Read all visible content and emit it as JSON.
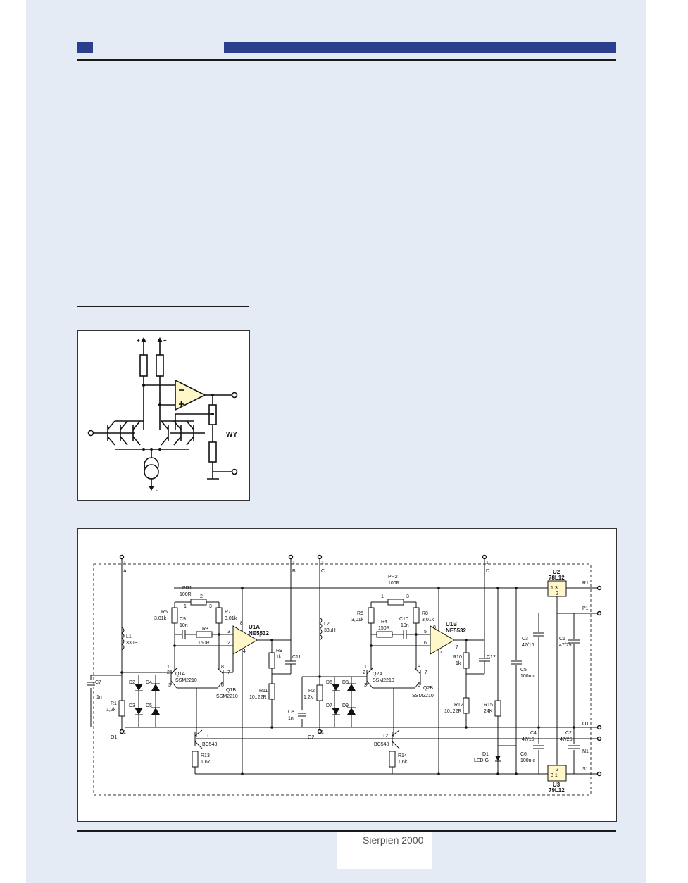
{
  "footer": {
    "date": "Sierpień 2000"
  },
  "small_diagram": {
    "output_label": "WY",
    "plus": "+",
    "minus": "-"
  },
  "schematic": {
    "top_nodes": [
      {
        "num": "1",
        "letter": "A"
      },
      {
        "num": "1",
        "letter": "B"
      },
      {
        "num": "1",
        "letter": "C"
      },
      {
        "num": "1",
        "letter": "D"
      }
    ],
    "ch1": {
      "pr": [
        "PR1",
        "100R"
      ],
      "r5": [
        "R5",
        "3,01k"
      ],
      "r7": [
        "R7",
        "3,01k"
      ],
      "c9": [
        "C9",
        "10n"
      ],
      "r3": [
        "R3",
        "150R"
      ],
      "op": [
        "U1A",
        "NE5532"
      ],
      "r9": [
        "R9",
        "1k"
      ],
      "c11": "C11",
      "r11": [
        "R11",
        "10..22R"
      ],
      "l1": [
        "L1",
        "33uH"
      ],
      "c7": [
        "C7",
        "1n"
      ],
      "r1": [
        "R1",
        "1,2k"
      ],
      "q1a": [
        "Q1A",
        "SSM2210"
      ],
      "q1b": [
        "Q1B",
        "SSM2210"
      ],
      "d2": "D2",
      "d3": "D3",
      "d4": "D4",
      "d5": "D5",
      "t1": [
        "T1",
        "BC548"
      ],
      "r13": [
        "R13",
        "1,6k"
      ],
      "o": "O1",
      "onum": "1"
    },
    "ch2": {
      "pr": [
        "PR2",
        "100R"
      ],
      "r6": [
        "R6",
        "3,01k"
      ],
      "r8": [
        "R8",
        "3,01k"
      ],
      "c10": [
        "C10",
        "10n"
      ],
      "r4": [
        "R4",
        "150R"
      ],
      "op": [
        "U1B",
        "NE5532"
      ],
      "r10": [
        "R10",
        "1k"
      ],
      "c12": "C12",
      "r12": [
        "R12",
        "10..22R"
      ],
      "l2": [
        "L2",
        "33uH"
      ],
      "c8": [
        "C8",
        "1n"
      ],
      "r2": [
        "R2",
        "1,2k"
      ],
      "q2a": [
        "Q2A",
        "SSM2210"
      ],
      "q2b": [
        "Q2B",
        "SSM2210"
      ],
      "d6": "D6",
      "d7": "D7",
      "d8": "D8",
      "d9": "D9",
      "t2": [
        "T2",
        "BC548"
      ],
      "r14": [
        "R14",
        "1,6k"
      ],
      "o": "O2",
      "onum": "1"
    },
    "power": {
      "u2": [
        "U2",
        "78L12"
      ],
      "u3": [
        "U3",
        "79L12"
      ],
      "c3": [
        "C3",
        "47/16"
      ],
      "c1": [
        "C1",
        "47/25"
      ],
      "c5": [
        "C5",
        "100n c"
      ],
      "c4": [
        "C4",
        "47/16"
      ],
      "c2": [
        "C2",
        "47/25"
      ],
      "c6": [
        "C6",
        "100n c"
      ],
      "r15": [
        "R15",
        "24K"
      ],
      "d1": [
        "D1",
        "LED G"
      ],
      "reg_pins_top": "1  3",
      "reg_pin_top2": "2",
      "reg_pin_bot2": "2",
      "reg_pins_bot": "3  1",
      "terminals": [
        "R1",
        "P1",
        "O1",
        "N1",
        "S1"
      ]
    },
    "pin_numbers": [
      "1",
      "2",
      "3",
      "4",
      "5",
      "6",
      "7",
      "8"
    ]
  }
}
